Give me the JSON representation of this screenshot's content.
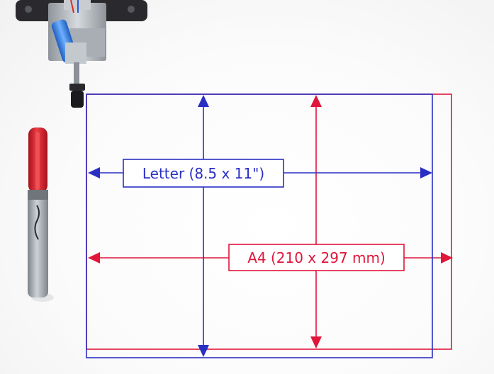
{
  "colors": {
    "letter": "#2a2fc4",
    "a4": "#e0163a",
    "paper": "#ffffff",
    "marker_cap": "#d81e2a",
    "marker_barrel": "#9aa0a6",
    "plotter_metal": "#b9bec4",
    "plotter_dark": "#2a2a2e",
    "pen_holder": "#3b82e0"
  },
  "labels": {
    "letter": "Letter (8.5 x 11\")",
    "a4": "A4 (210 x 297 mm)"
  },
  "objects": {
    "marker": "sharpie-marker",
    "plotter": "pen-plotter-carriage",
    "outlines": [
      "letter-outline",
      "a4-outline"
    ]
  }
}
